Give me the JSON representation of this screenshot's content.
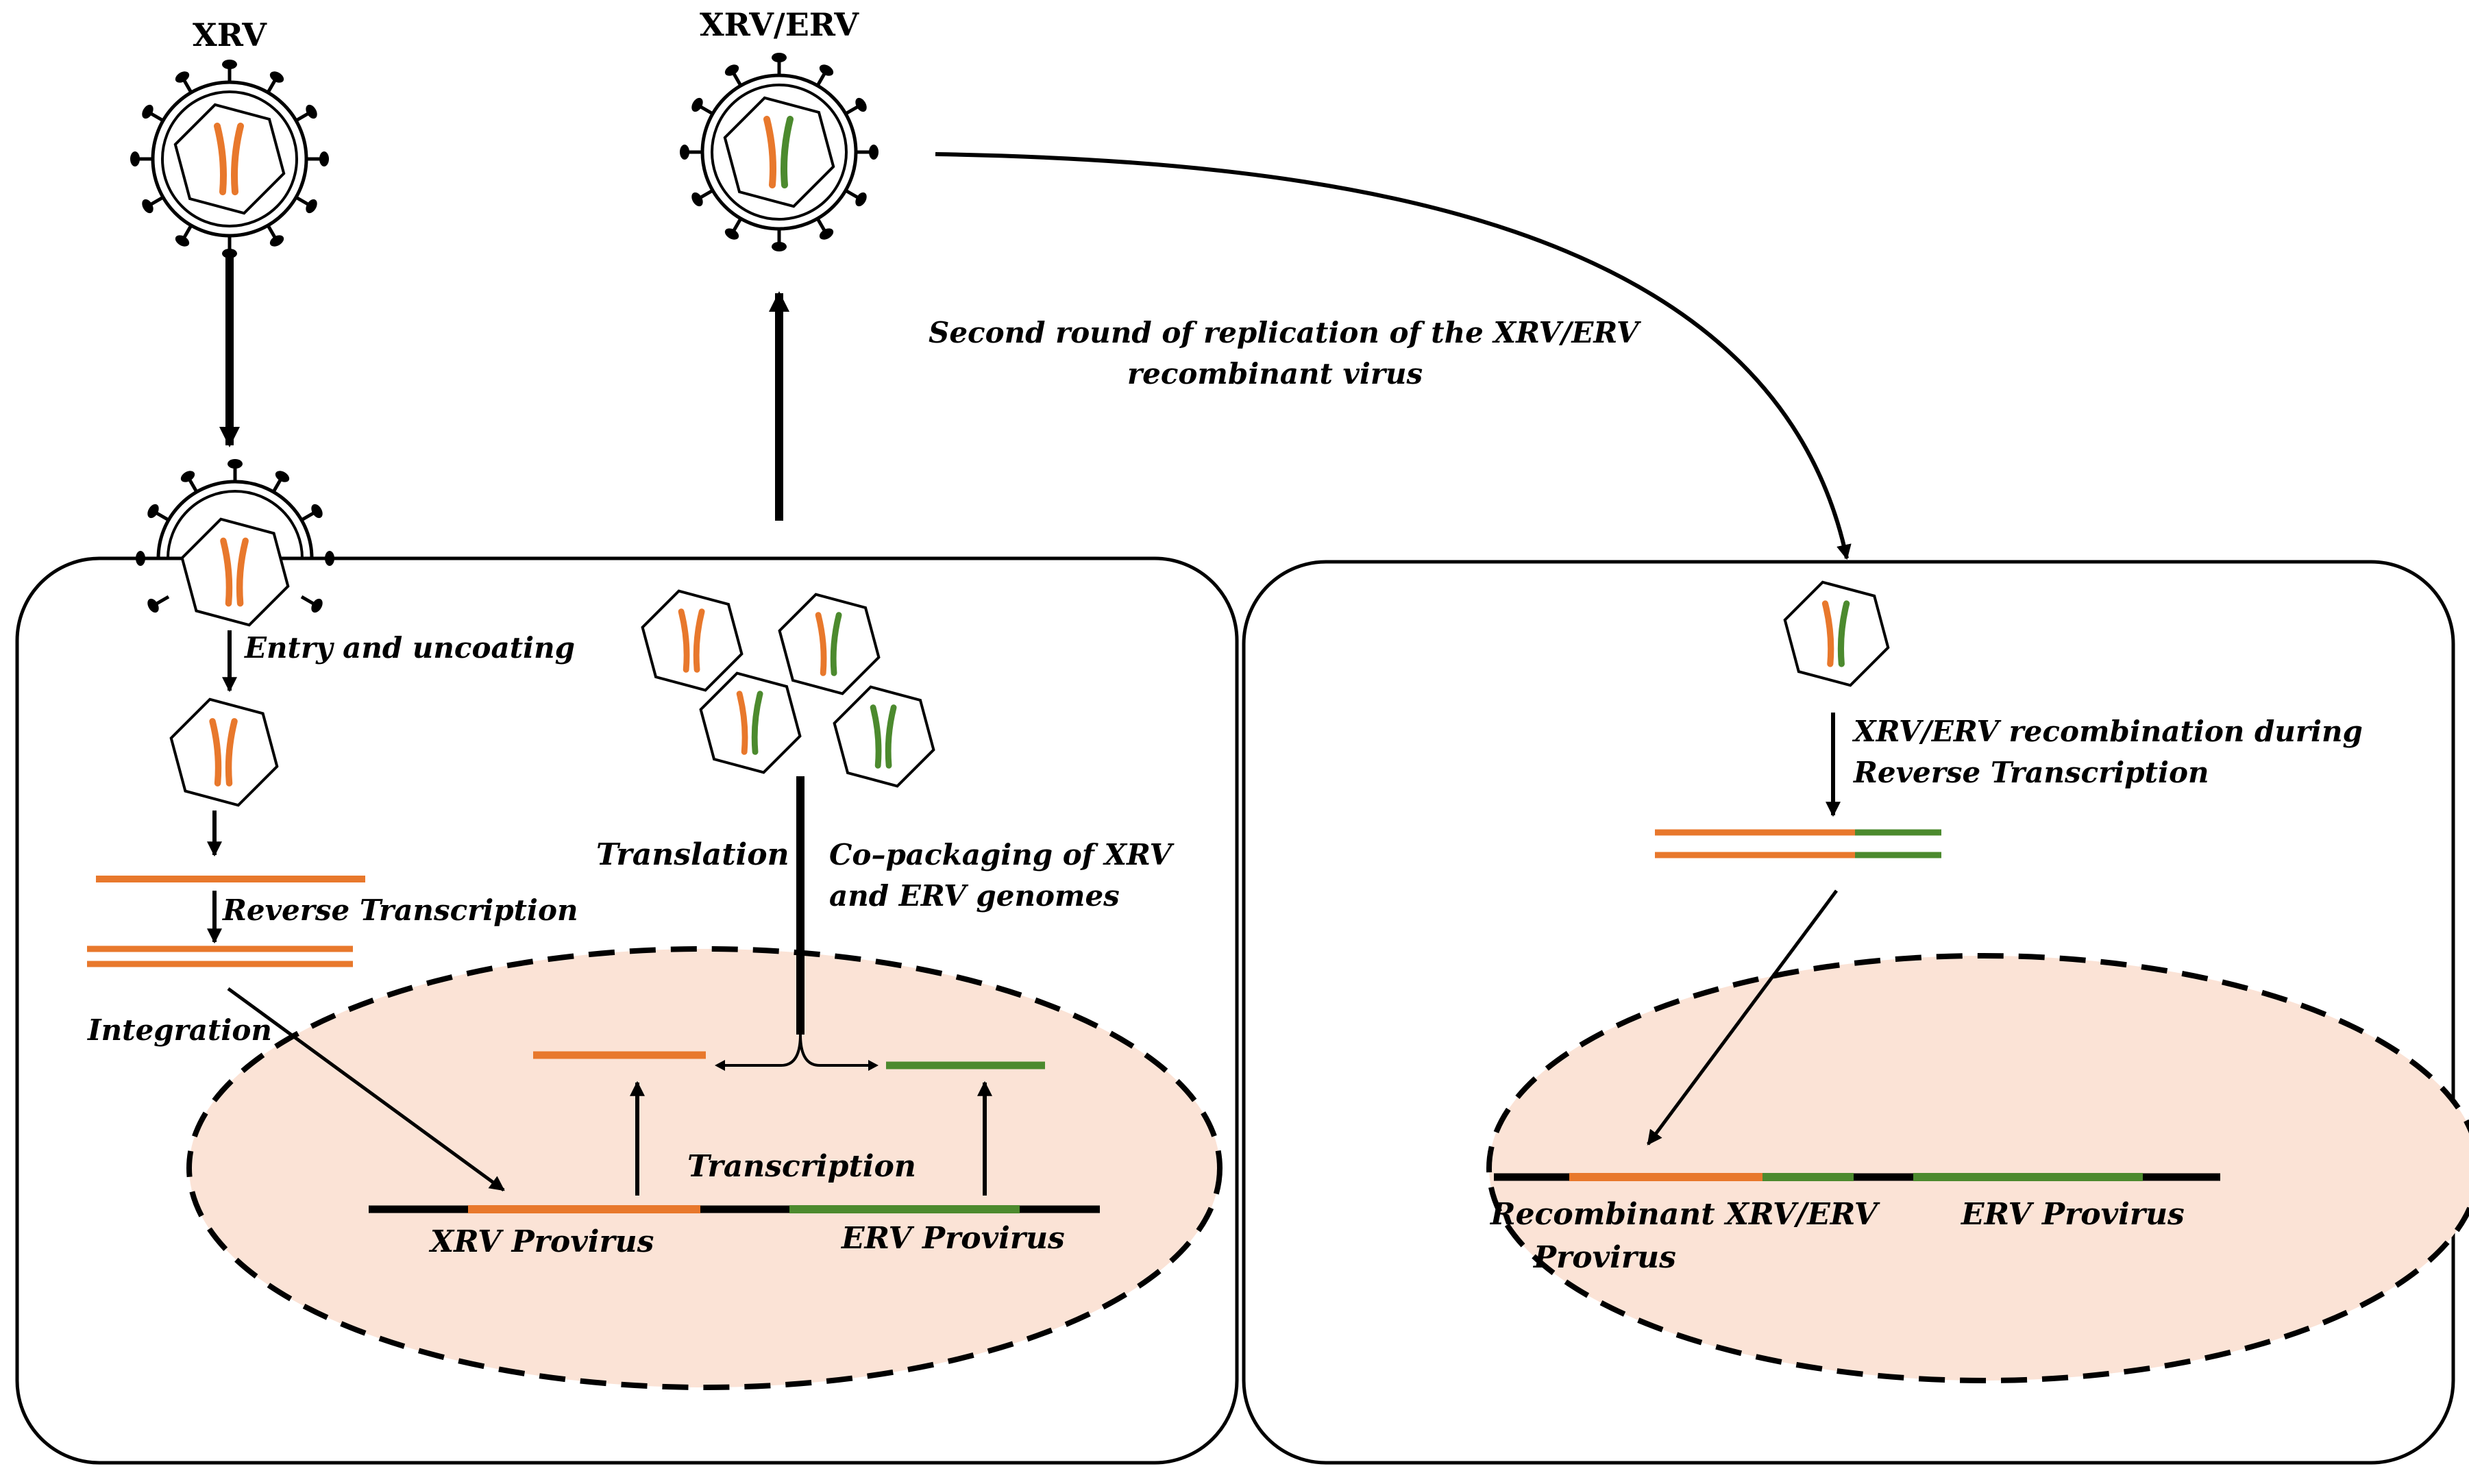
{
  "titles": {
    "xrv": "XRV",
    "xrv_erv": "XRV/ERV"
  },
  "labels": {
    "second_round_line1": "Second round of replication of the XRV/ERV",
    "second_round_line2": "recombinant virus",
    "entry": "Entry and uncoating",
    "reverse_transcription": "Reverse Transcription",
    "integration": "Integration",
    "translation": "Translation",
    "copackaging_line1": "Co–packaging of XRV",
    "copackaging_line2": "and ERV genomes",
    "transcription": "Transcription",
    "xrv_provirus": "XRV Provirus",
    "erv_provirus_left": "ERV Provirus",
    "recombination_line1": "XRV/ERV recombination during",
    "recombination_line2": "Reverse Transcription",
    "recombinant_line1": "Recombinant XRV/ERV",
    "recombinant_line2": "Provirus",
    "erv_provirus_right": "ERV Provirus"
  },
  "colors": {
    "xrv_genome": "#E8782C",
    "erv_genome": "#4C8A2E",
    "nucleus_fill": "#FBE3D6",
    "outline": "#000000"
  }
}
